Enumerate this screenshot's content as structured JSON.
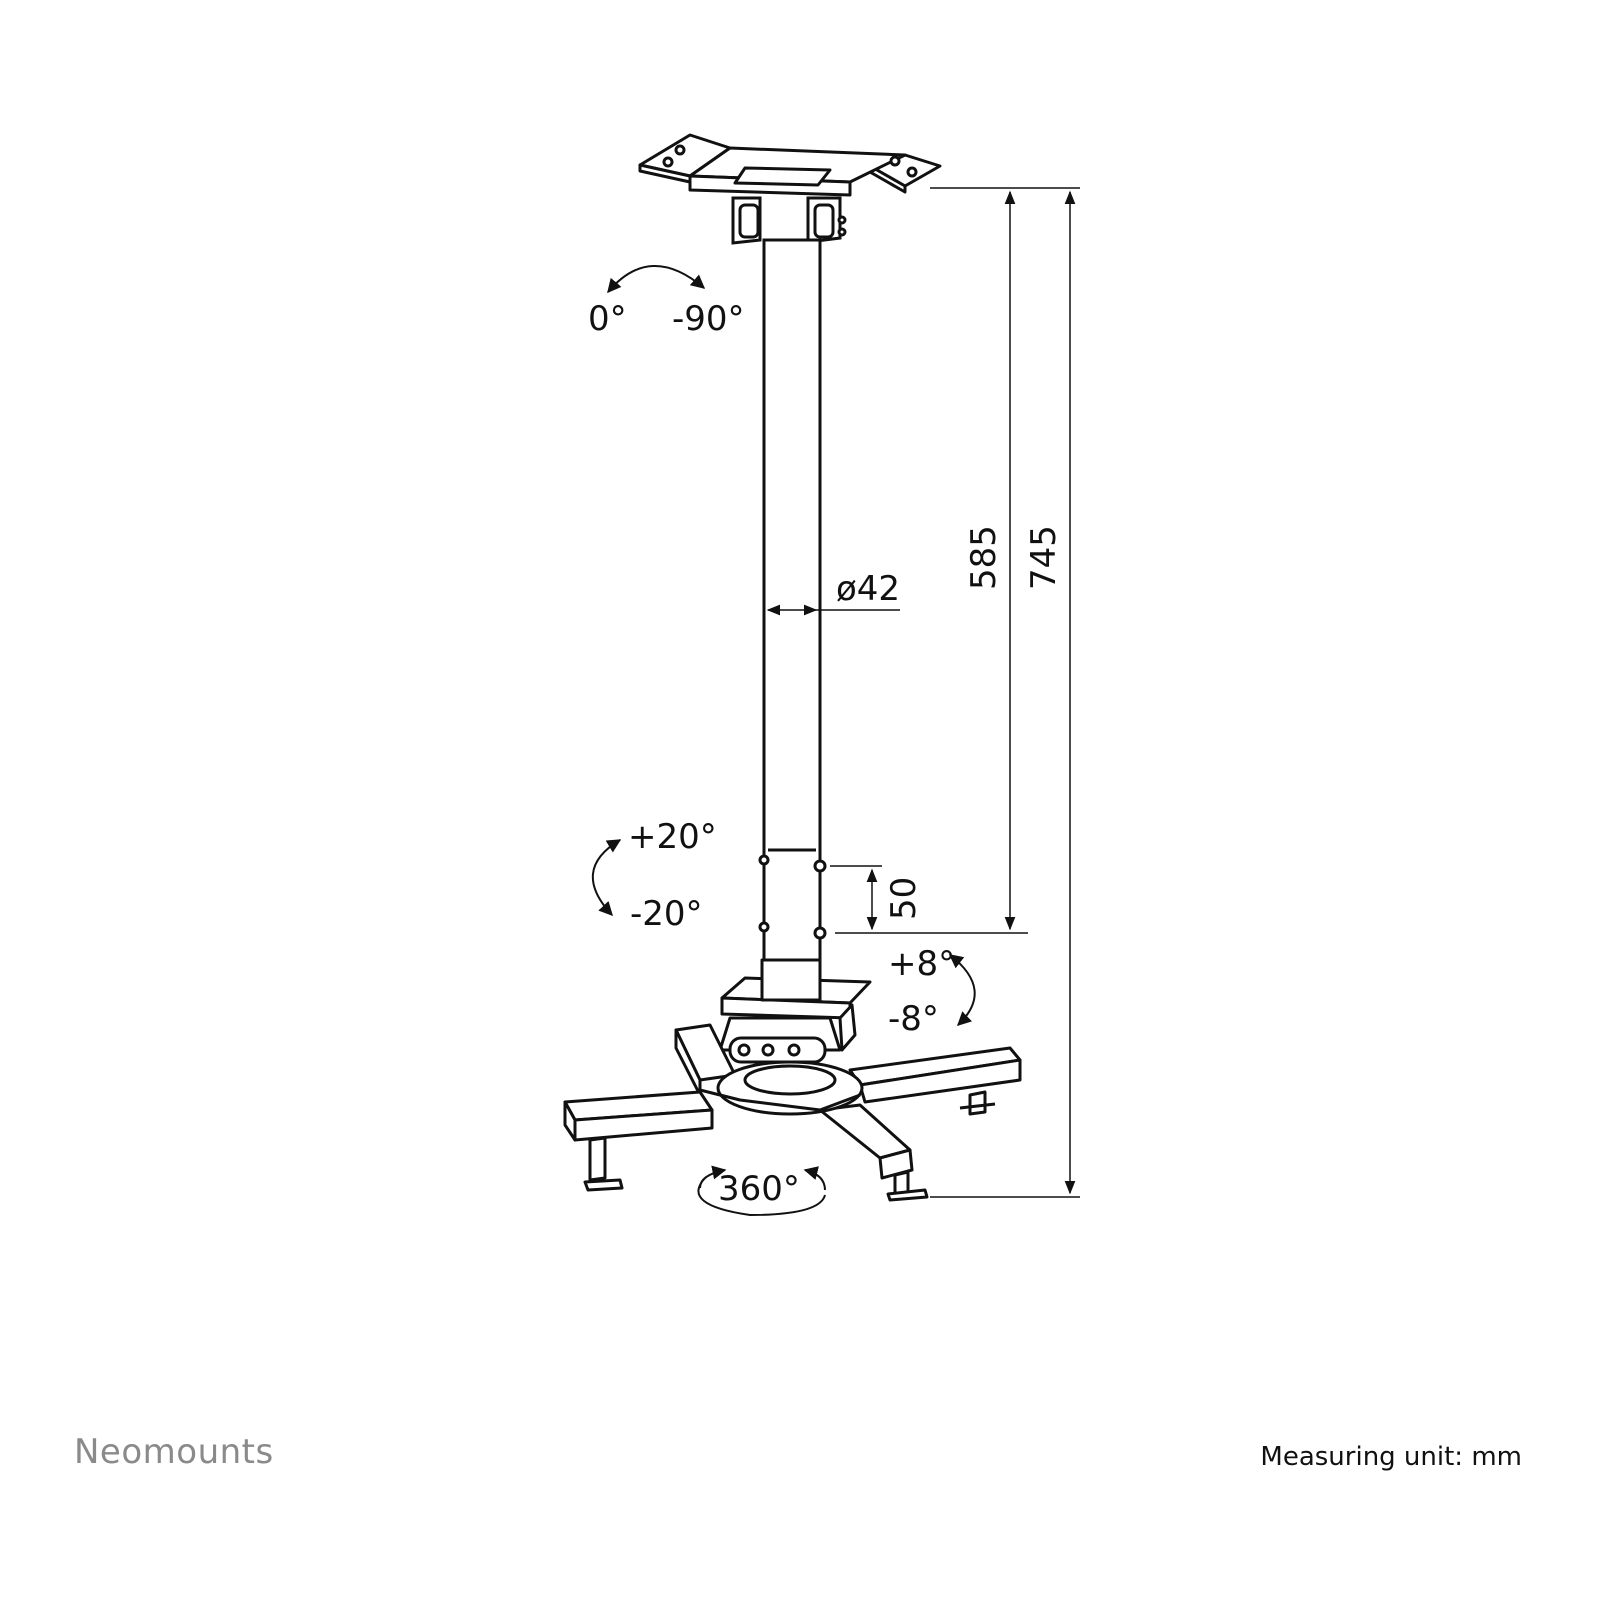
{
  "rotation": {
    "ceiling_tilt": {
      "from": "0°",
      "to": "-90°"
    },
    "pole_tilt": {
      "up": "+20°",
      "down": "-20°"
    },
    "head_tilt": {
      "up": "+8°",
      "down": "-8°"
    },
    "swivel": "360°"
  },
  "dimensions": {
    "pole_diameter": "ø42",
    "pole_height": "585",
    "total_height": "745",
    "hole_spacing": "50"
  },
  "footer": {
    "brand": "Neomounts",
    "unit_note": "Measuring unit: mm"
  },
  "colors": {
    "line": "#111111",
    "brand": "#8a8a8a"
  }
}
